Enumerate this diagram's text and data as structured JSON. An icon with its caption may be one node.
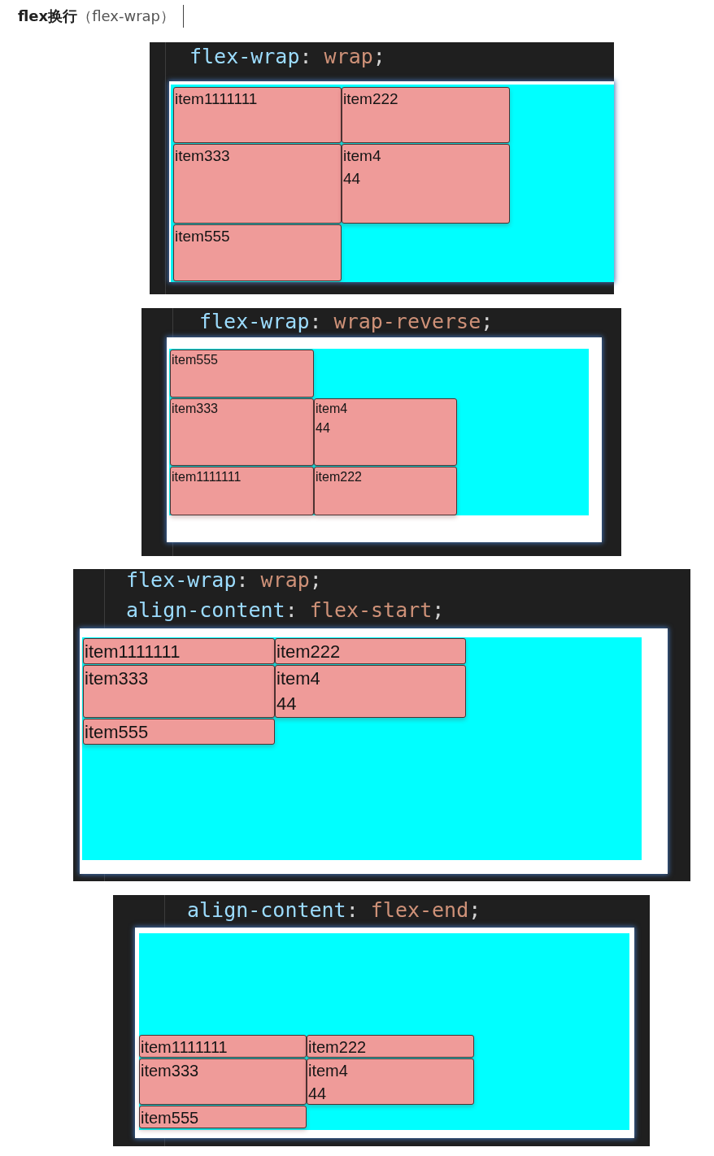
{
  "diagram": {
    "title": "**flex换行**（flex-wrap）",
    "nodes": [
      {
        "text": [
          "flex-wrap: wrap;"
        ]
      },
      {
        "text": [],
        "shape": "box",
        "in": 0
      },
      {
        "text": [
          "item1111111"
        ],
        "in": 1
      },
      {
        "text": [
          "item222"
        ],
        "in": 1
      },
      {
        "text": [
          "item333"
        ],
        "in": 1
      },
      {
        "text": [
          "item4",
          "44"
        ],
        "in": 1
      },
      {
        "text": [
          "item555"
        ],
        "in": 1
      },
      {
        "text": [
          "flex-wrap: wrap-reverse;"
        ]
      },
      {
        "text": [],
        "shape": "box",
        "in": 7
      },
      {
        "text": [
          "item555"
        ],
        "in": 8
      },
      {
        "text": [
          "item333"
        ],
        "in": 8
      },
      {
        "text": [
          "item4",
          "44"
        ],
        "in": 8
      },
      {
        "text": [
          "item1111111"
        ],
        "in": 8
      },
      {
        "text": [
          "item222"
        ],
        "in": 8
      },
      {
        "text": [
          "flex-wrap: wrap;",
          "align-content: flex-start;"
        ]
      },
      {
        "text": [],
        "shape": "box",
        "in": 14
      },
      {
        "text": [
          "item1111111"
        ],
        "in": 15
      },
      {
        "text": [
          "item222"
        ],
        "in": 15
      },
      {
        "text": [
          "item333"
        ],
        "in": 15
      },
      {
        "text": [
          "item4",
          "44"
        ],
        "in": 15
      },
      {
        "text": [
          "item555"
        ],
        "in": 15
      },
      {
        "text": [
          "align-content: flex-end;"
        ]
      },
      {
        "text": [],
        "shape": "box",
        "in": 21
      },
      {
        "text": [
          "item1111111"
        ],
        "in": 22
      },
      {
        "text": [
          "item222"
        ],
        "in": 22
      },
      {
        "text": [
          "item333"
        ],
        "in": 22
      },
      {
        "text": [
          "item4",
          "44"
        ],
        "in": 22
      },
      {
        "text": [
          "item555"
        ],
        "in": 22
      }
    ]
  }
}
